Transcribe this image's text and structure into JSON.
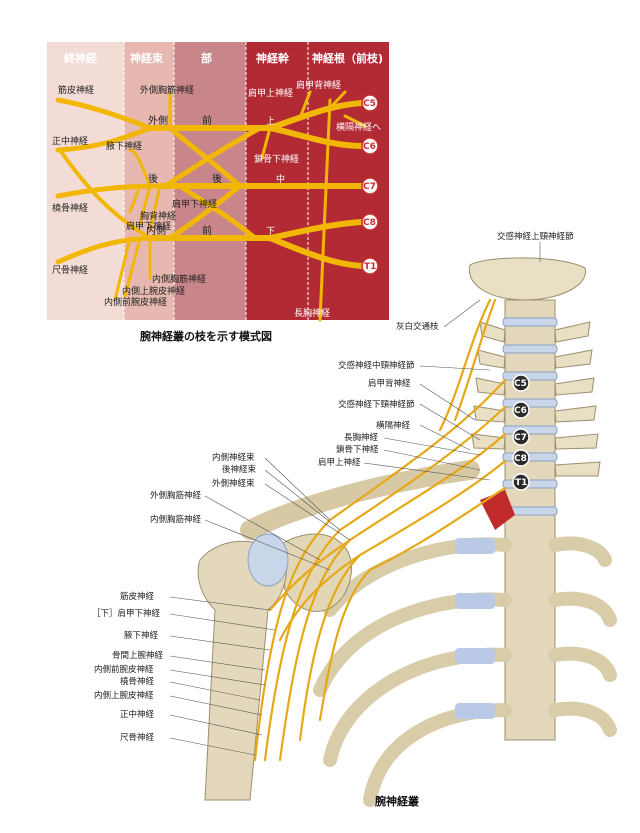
{
  "schema": {
    "columns": {
      "terminal": "終神経",
      "cords": "神経束",
      "divisions": "部",
      "trunks": "神経幹",
      "roots": "神経根（前枝)"
    },
    "roots": [
      "C5",
      "C6",
      "C7",
      "C8",
      "T1"
    ],
    "left_branches": [
      "筋皮神経",
      "正中神経",
      "橈骨神経",
      "尺骨神経"
    ],
    "branch_labels": {
      "lateral_pectoral": "外側胸筋神経",
      "axillary": "腋下神経",
      "upper_subscapular": "肩甲下神経",
      "thoracodorsal": "胸背神経",
      "lower_subscapular": "肩甲下神経",
      "medial_pectoral": "内側胸筋神経",
      "medial_brachial_cutaneous": "内側上腕皮神経",
      "medial_antebrachial_cutaneous": "内側前腕皮神経",
      "suprascapular": "肩甲上神経",
      "dorsal_scapular": "肩甲背神経",
      "phrenic": "横隔神経へ",
      "subclavian": "鎖骨下神経",
      "long_thoracic": "長胸神経"
    },
    "cord_words": {
      "lateral": [
        "外側",
        "前",
        "上"
      ],
      "posterior": [
        "後",
        "後",
        "中"
      ],
      "medial": [
        "内側",
        "前",
        "下"
      ]
    },
    "caption": "腕神経叢の枝を示す模式図",
    "colors": {
      "nerve": "#f2b705",
      "root_circle": "#c53030"
    }
  },
  "anatomy": {
    "caption": "腕神経叢",
    "vertebra_labels": [
      "C5",
      "C6",
      "C7",
      "C8",
      "T1"
    ],
    "right_labels": {
      "sympathetic_ganglion": "交感神経上頸神経節",
      "gray_ramus": "灰白交通枝",
      "middle_cervical_ganglion": "交感神経中頸神経節",
      "dorsal_scapular": "肩甲背神経",
      "inferior_cervical_ganglion": "交感神経下頸神経節",
      "phrenic": "横隔神経",
      "long_thoracic": "長胸神経",
      "subclavian": "鎖骨下神経",
      "suprascapular": "肩甲上神経"
    },
    "upper_labels": {
      "medial_cord": "内側神経束",
      "posterior_cord": "後神経束",
      "lateral_cord": "外側神経束",
      "lateral_pectoral": "外側胸筋神経",
      "medial_pectoral": "内側胸筋神経"
    },
    "left_labels": {
      "musculocutaneous": "筋皮神経",
      "lower_subscapular": "［下］肩甲下神経",
      "axillary": "腋下神経",
      "posterior_interosseous": "骨間上腕神経",
      "medial_antebrachial": "内側前腕皮神経",
      "radial": "橈骨神経",
      "medial_brachial": "内側上腕皮神経",
      "median": "正中神経",
      "ulnar": "尺骨神経"
    }
  }
}
